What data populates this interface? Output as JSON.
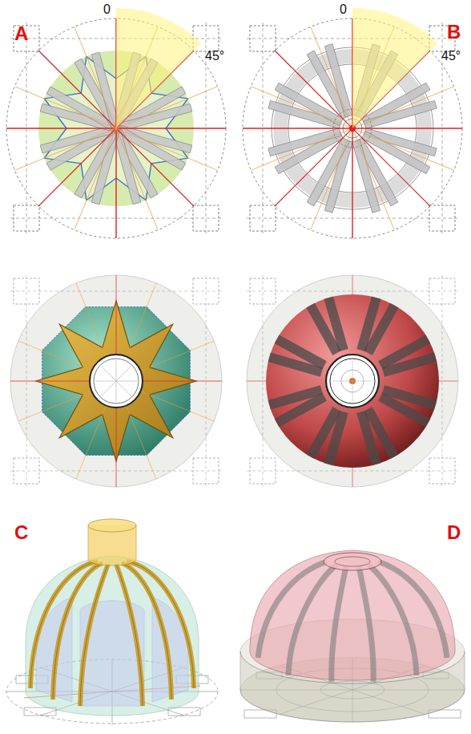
{
  "diagram": {
    "labels": [
      "A",
      "0",
      "45°",
      "B",
      "0",
      "45°",
      "C",
      "D"
    ]
  }
}
